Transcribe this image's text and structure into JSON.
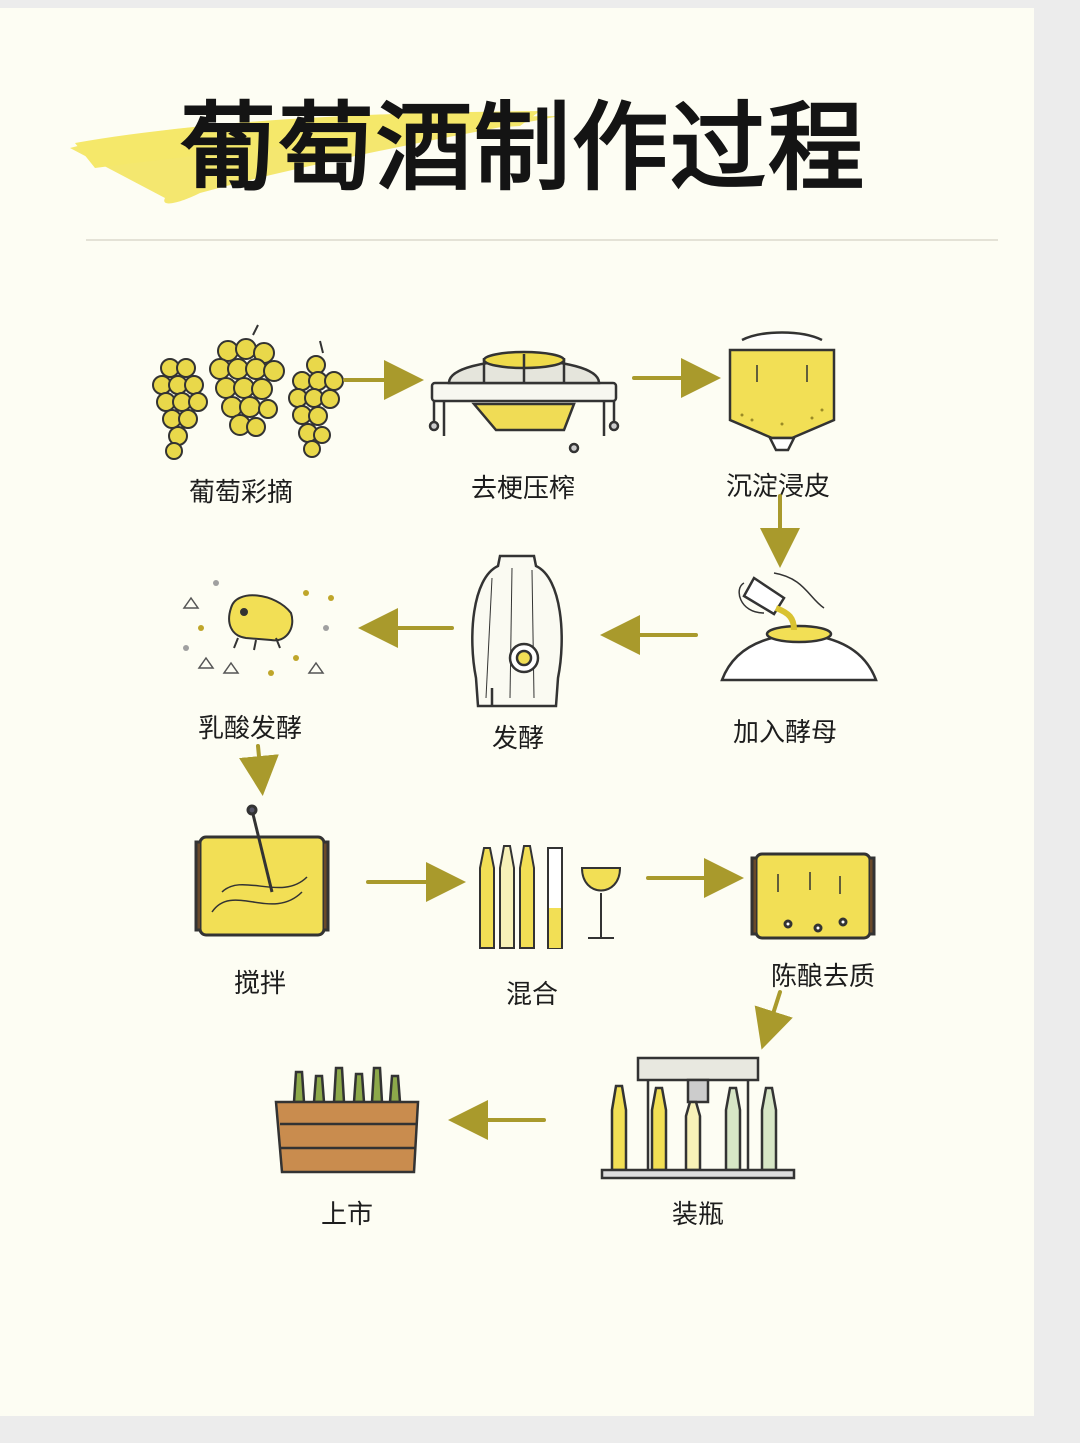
{
  "title": "葡萄酒制作过程",
  "colors": {
    "yellow": "#f2e15a",
    "arrow": "#a99a2c",
    "ink": "#222222",
    "background": "#fdfdf3"
  },
  "steps": [
    {
      "label": "葡萄彩摘",
      "icon": "grape-bunches-icon"
    },
    {
      "label": "去梗压榨",
      "icon": "wine-press-icon"
    },
    {
      "label": "沉淀浸皮",
      "icon": "settling-tank-icon"
    },
    {
      "label": "加入酵母",
      "icon": "pour-yeast-icon"
    },
    {
      "label": "发酵",
      "icon": "fermentation-vessel-icon"
    },
    {
      "label": "乳酸发酵",
      "icon": "bacteria-icon"
    },
    {
      "label": "搅拌",
      "icon": "stirring-barrel-icon"
    },
    {
      "label": "混合",
      "icon": "blending-bottles-icon"
    },
    {
      "label": "陈酿去质",
      "icon": "aging-barrel-icon"
    },
    {
      "label": "装瓶",
      "icon": "bottling-machine-icon"
    },
    {
      "label": "上市",
      "icon": "wine-crate-icon"
    }
  ]
}
